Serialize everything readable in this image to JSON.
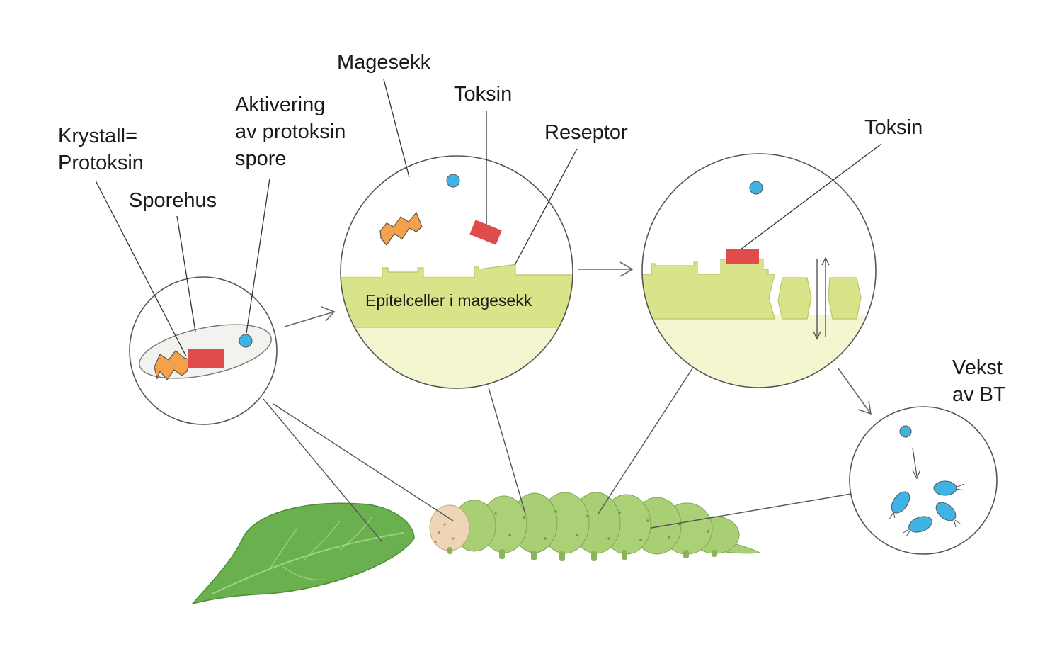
{
  "labels": {
    "krystall_line1": "Krystall=",
    "krystall_line2": "Protoksin",
    "sporehus": "Sporehus",
    "aktivering_line1": "Aktivering",
    "aktivering_line2": "av protoksin",
    "aktivering_line3": "spore",
    "magesekk": "Magesekk",
    "toksin_1": "Toksin",
    "reseptor": "Reseptor",
    "epitelceller": "Epitelceller i magesekk",
    "toksin_2": "Toksin",
    "vekst_line1": "Vekst",
    "vekst_line2": "av BT"
  },
  "colors": {
    "outline": "#555555",
    "spore_blue": "#3fb3e6",
    "toxin_red": "#e04c4c",
    "protoxin_orange": "#f5a04a",
    "epithelium": "#d9e48a",
    "gut_lumen": "#f3f6cf",
    "caterpillar": "#a9cf74",
    "leaf": "#6bb04e",
    "arrow": "#666666"
  },
  "icons": [
    "spore-icon",
    "toxin-icon",
    "protoxin-crystal-icon",
    "bacteria-icon",
    "caterpillar-icon",
    "leaf-icon"
  ]
}
